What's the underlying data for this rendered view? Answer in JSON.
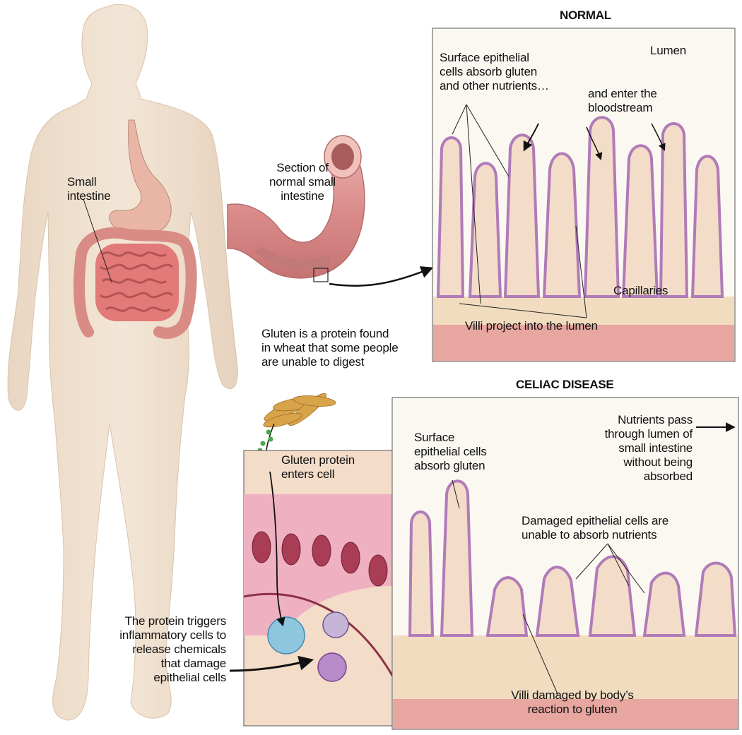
{
  "titles": {
    "normal": "NORMAL",
    "celiac": "CELIAC DISEASE"
  },
  "labels": {
    "small_intestine": "Small\nintestine",
    "section": "Section of\nnormal small\nintestine",
    "lumen": "Lumen",
    "surface_absorb": "Surface epithelial\ncells absorb gluten\nand other nutrients…",
    "enter_blood": "and enter the\nbloodstream",
    "capillaries": "Capillaries",
    "villi_project": "Villi project into the lumen",
    "gluten_def": "Gluten is a protein found\nin wheat that some people\nare unable to digest",
    "gluten_enters": "Gluten protein\nenters cell",
    "surface_gluten": "Surface\nepithelial cells\nabsorb gluten",
    "nutrients_pass": "Nutrients pass\nthrough lumen of\nsmall intestine\nwithout being\nabsorbed",
    "damaged_cells": "Damaged epithelial cells are\nunable to absorb nutrients",
    "protein_triggers": "The protein triggers\ninflammatory cells to\nrelease chemicals\nthat damage\nepithelial cells",
    "villi_damaged": "Villi damaged by body’s\nreaction to gluten"
  },
  "colors": {
    "skin": "#efdfcd",
    "intestine": "#e17777",
    "villus_fill": "#f3dcc8",
    "villus_edge": "#b07bb8",
    "muscle": "#e8a6a0"
  }
}
